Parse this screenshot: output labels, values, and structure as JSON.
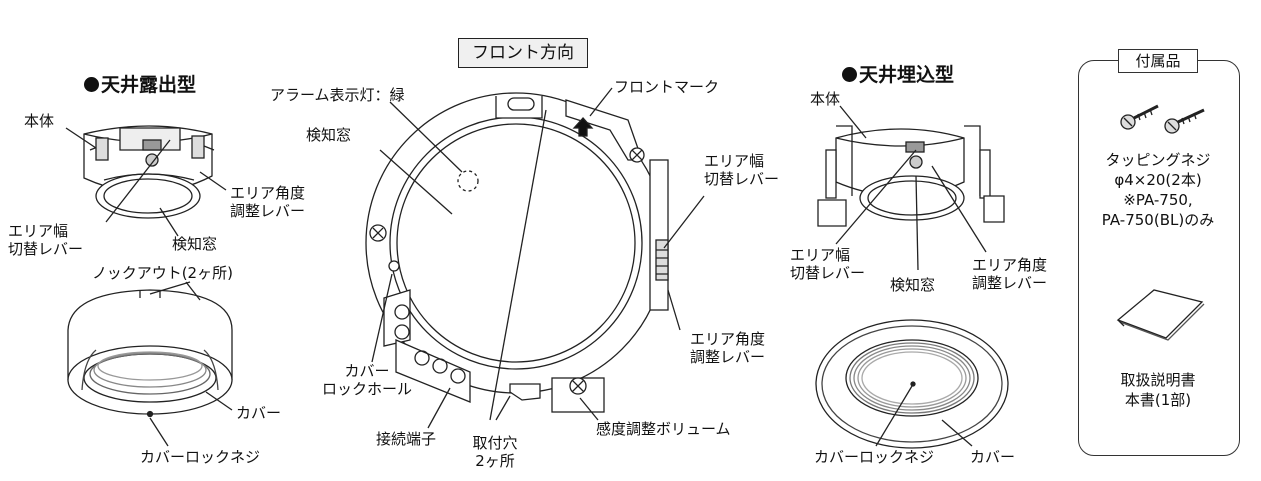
{
  "front_direction": "フロント方向",
  "exposed": {
    "heading": "天井露出型",
    "labels": {
      "body": "本体",
      "area_angle": [
        "エリア角度",
        "調整レバー"
      ],
      "area_width": [
        "エリア幅",
        "切替レバー"
      ],
      "window": "検知窓",
      "knockout": "ノックアウト(2ヶ所)",
      "cover": "カバー",
      "cover_screw": "カバーロックネジ"
    }
  },
  "center": {
    "labels": {
      "alarm_lamp": "アラーム表示灯：緑",
      "front_mark": "フロントマーク",
      "window": "検知窓",
      "area_width": [
        "エリア幅",
        "切替レバー"
      ],
      "area_angle": [
        "エリア角度",
        "調整レバー"
      ],
      "cover_lock_hole": [
        "カバー",
        "ロックホール"
      ],
      "terminals": "接続端子",
      "mount_holes": [
        "取付穴",
        "2ヶ所"
      ],
      "sensitivity": "感度調整ボリューム"
    }
  },
  "embedded": {
    "heading": "天井埋込型",
    "labels": {
      "body": "本体",
      "area_width": [
        "エリア幅",
        "切替レバー"
      ],
      "window": "検知窓",
      "area_angle": [
        "エリア角度",
        "調整レバー"
      ],
      "cover_screw": "カバーロックネジ",
      "cover": "カバー"
    }
  },
  "accessories": {
    "title": "付属品",
    "screw": [
      "タッピングネジ",
      "φ4×20(2本)",
      "※PA-750,",
      "PA-750(BL)のみ"
    ],
    "manual": [
      "取扱説明書",
      "本書(1部)"
    ]
  }
}
